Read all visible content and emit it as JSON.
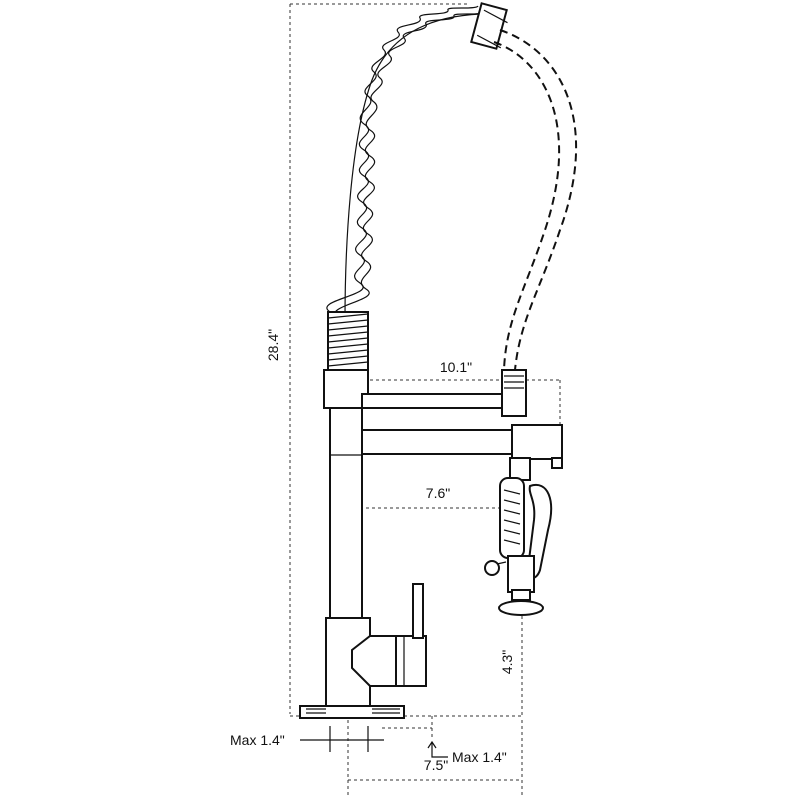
{
  "diagram": {
    "colors": {
      "line": "#111111",
      "dimension": "#333333",
      "background": "#ffffff"
    },
    "dimensions": {
      "height": "28.4\"",
      "spout_reach": "10.1\"",
      "spray_reach": "7.6\"",
      "spray_height": "4.3\"",
      "deck_left": "Max 1.4\"",
      "deck_right": "Max 1.4\"",
      "base_width": "7.5\""
    }
  }
}
